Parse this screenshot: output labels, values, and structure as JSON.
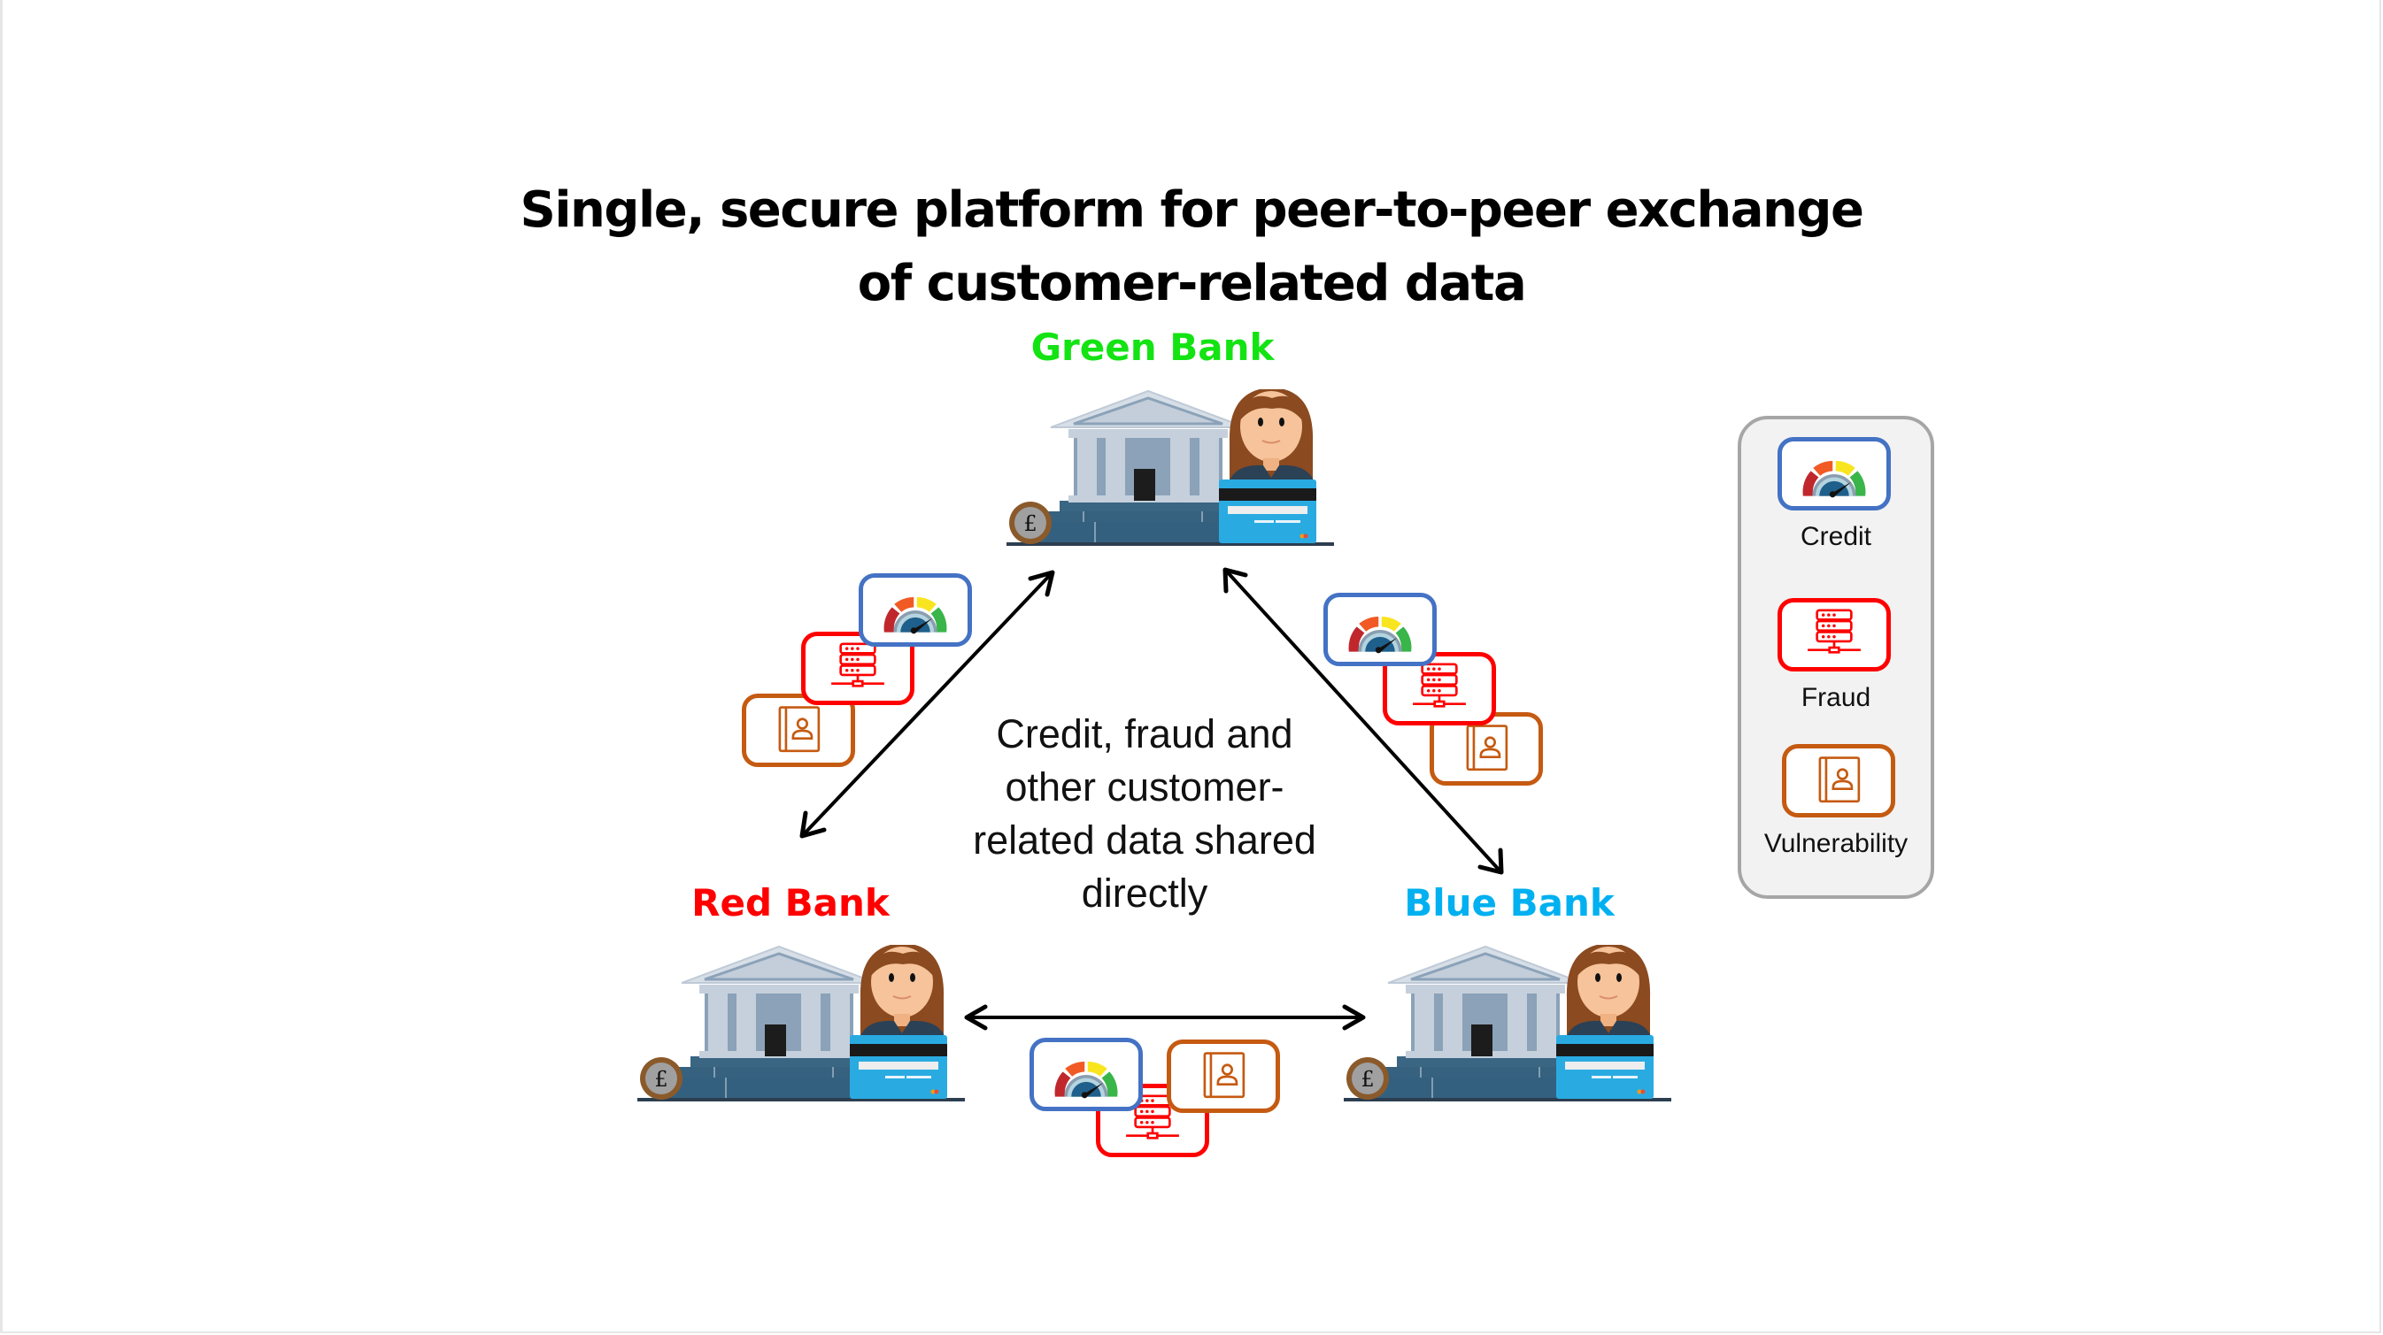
{
  "title": {
    "line1": "Single, secure platform for peer-to-peer exchange",
    "line2": "of customer-related data"
  },
  "banks": [
    {
      "id": "green",
      "name": "Green Bank",
      "color": "#13e313"
    },
    {
      "id": "red",
      "name": "Red Bank",
      "color": "#ff0000"
    },
    {
      "id": "blue",
      "name": "Blue Bank",
      "color": "#00b0f0"
    }
  ],
  "center_text": {
    "line1": "Credit, fraud and",
    "line2": "other customer-",
    "line3": "related data shared",
    "line4": "directly"
  },
  "legend": {
    "items": [
      {
        "label": "Credit",
        "icon": "credit-gauge-icon",
        "color": "#4472c4"
      },
      {
        "label": "Fraud",
        "icon": "fraud-server-icon",
        "color": "#ff0000"
      },
      {
        "label": "Vulnerability",
        "icon": "vulnerability-contact-book-icon",
        "color": "#c55a11"
      }
    ]
  },
  "bank_illustration": {
    "currency_symbol": "£"
  },
  "connections": [
    {
      "from": "Red Bank",
      "to": "Green Bank",
      "direction": "bidirectional"
    },
    {
      "from": "Green Bank",
      "to": "Blue Bank",
      "direction": "bidirectional"
    },
    {
      "from": "Red Bank",
      "to": "Blue Bank",
      "direction": "bidirectional"
    }
  ]
}
